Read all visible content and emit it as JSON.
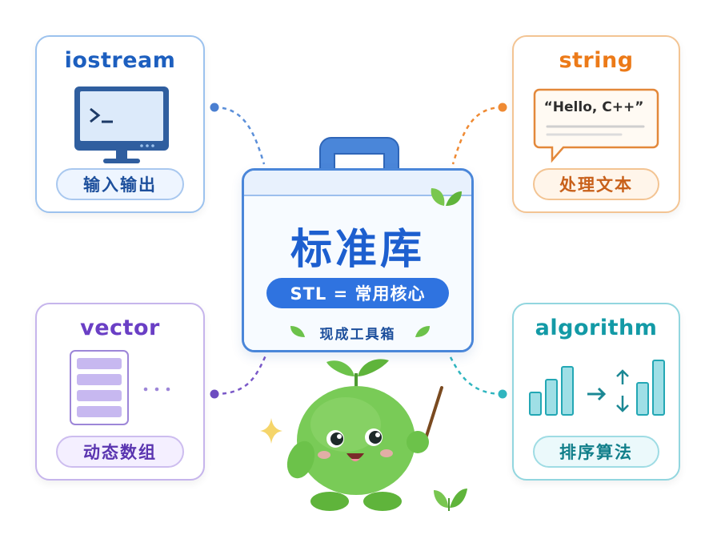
{
  "center": {
    "title": "标准库",
    "badge": "STL = 常用核心",
    "subtitle": "现成工具箱"
  },
  "cards": [
    {
      "id": "iostream",
      "title": "iostream",
      "label": "输入输出",
      "icon": "monitor-terminal-icon",
      "color": "#1d5fbf"
    },
    {
      "id": "string",
      "title": "string",
      "label": "处理文本",
      "icon": "speech-bubble-icon",
      "speech": "“Hello, C++”",
      "color": "#ec7a18"
    },
    {
      "id": "vector",
      "title": "vector",
      "label": "动态数组",
      "icon": "stacked-list-icon",
      "color": "#6a3fc5"
    },
    {
      "id": "algorithm",
      "title": "algorithm",
      "label": "排序算法",
      "icon": "sorting-bars-icon",
      "color": "#139aa6"
    }
  ],
  "mascot": {
    "icon": "sprout-mascot-icon",
    "color": "#6cc24a"
  }
}
